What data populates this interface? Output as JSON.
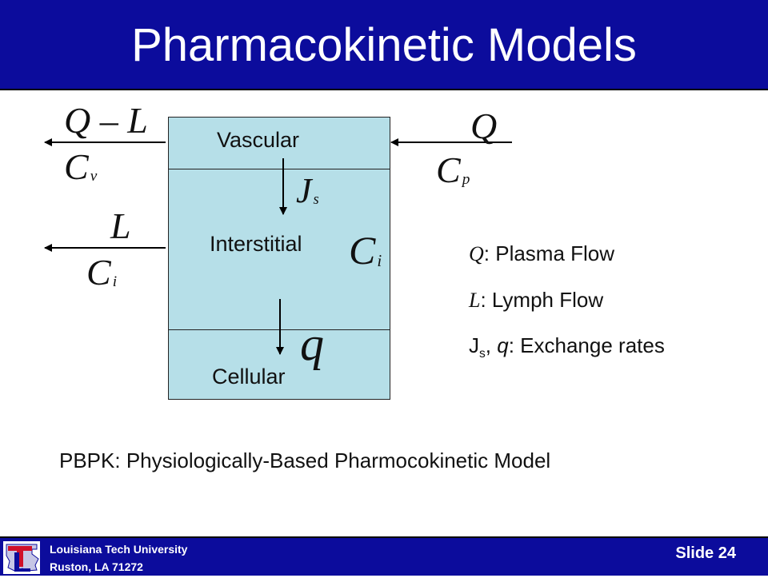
{
  "title": "Pharmacokinetic Models",
  "compartments": {
    "vascular": "Vascular",
    "interstitial": "Interstitial",
    "cellular": "Cellular"
  },
  "math": {
    "outflow_top": "Q – L",
    "cv_base": "C",
    "cv_sub": "v",
    "inflow": "Q",
    "cp_base": "C",
    "cp_sub": "p",
    "js_base": "J",
    "js_sub": "s",
    "lymph": "L",
    "ci_base": "C",
    "ci_sub": "i",
    "q_exchange": "q"
  },
  "legend": {
    "q_symbol": "Q",
    "q_text": ": Plasma Flow",
    "l_symbol": "L",
    "l_text": ": Lymph Flow",
    "j_symbol": "J",
    "j_sub": "s",
    "j_sep": ", ",
    "q2_symbol": "q",
    "exchange_text": ": Exchange rates"
  },
  "caption": "PBPK: Physiologically-Based Pharmocokinetic Model",
  "footer": {
    "university": "Louisiana Tech University",
    "address": "Ruston, LA 71272",
    "slide": "Slide 24"
  },
  "colors": {
    "title_bg": "#0c0c9c",
    "compartment_fill": "#b6dfe8",
    "logo_red": "#d0102a"
  }
}
